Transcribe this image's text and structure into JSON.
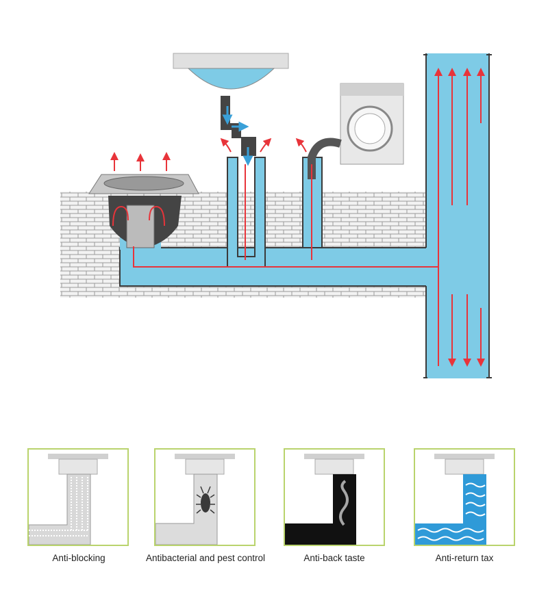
{
  "colors": {
    "water": "#7ecbe6",
    "pipe_stroke": "#3a3a3a",
    "flow_arrow": "#e8343a",
    "down_arrow": "#3aa0d8",
    "brick": "#bfbfbf",
    "panel_border": "#b9d36c"
  },
  "icons": [
    "floor-drain-icon",
    "sink-icon",
    "washing-machine-icon",
    "cockroach-icon",
    "smoke-icon",
    "water-wave-icon"
  ],
  "features": [
    {
      "label": "Anti-blocking",
      "icon": "mesh-icon"
    },
    {
      "label": "Antibacterial and pest control",
      "icon": "cockroach-icon"
    },
    {
      "label": "Anti-back taste",
      "icon": "smoke-icon"
    },
    {
      "label": "Anti-return tax",
      "icon": "water-wave-icon"
    }
  ]
}
